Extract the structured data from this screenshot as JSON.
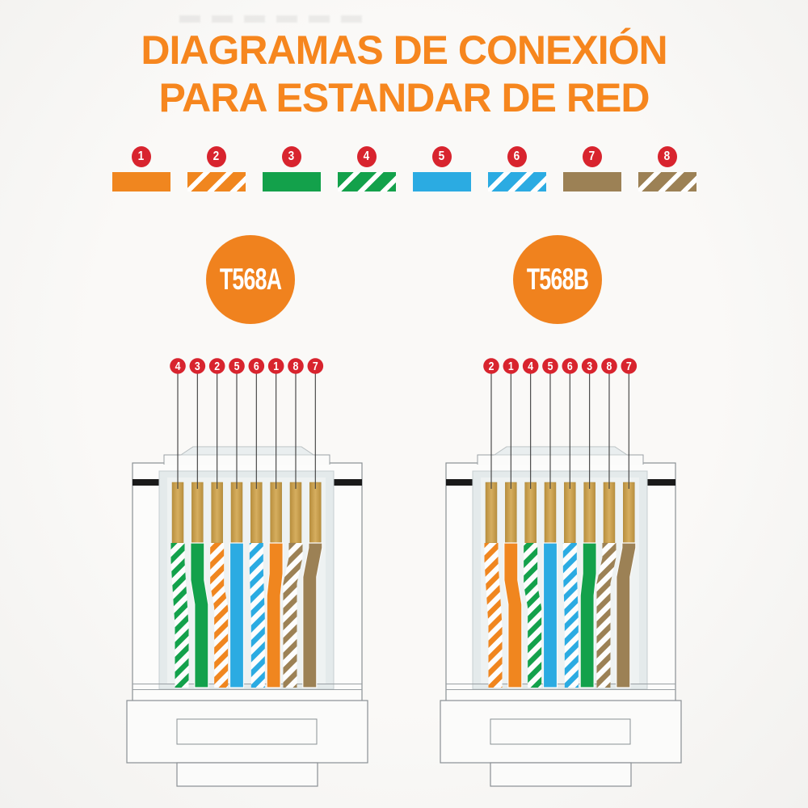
{
  "title": {
    "line1": "DIAGRAMAS DE CONEXIÓN",
    "line2": "PARA ESTANDAR DE RED"
  },
  "colors": {
    "title_orange": "#F6861E",
    "label_circle_orange": "#F0821E",
    "badge_red": "#D8242E",
    "orange": "#F0861F",
    "green": "#13A14B",
    "blue": "#2BABE2",
    "brown": "#9C8155",
    "pin_gold_light": "#D6AE5F",
    "pin_gold_dark": "#B98F3E",
    "band_black": "#1A1A1A"
  },
  "legend": [
    {
      "number": "1",
      "color": "orange",
      "striped": false
    },
    {
      "number": "2",
      "color": "orange",
      "striped": true
    },
    {
      "number": "3",
      "color": "green",
      "striped": false
    },
    {
      "number": "4",
      "color": "green",
      "striped": true
    },
    {
      "number": "5",
      "color": "blue",
      "striped": false
    },
    {
      "number": "6",
      "color": "blue",
      "striped": true
    },
    {
      "number": "7",
      "color": "brown",
      "striped": false
    },
    {
      "number": "8",
      "color": "brown",
      "striped": true
    }
  ],
  "connectors": [
    {
      "label": "T568A",
      "pin_labels": [
        "4",
        "3",
        "2",
        "5",
        "6",
        "1",
        "8",
        "7"
      ],
      "wires": [
        {
          "color": "green",
          "striped": true
        },
        {
          "color": "green",
          "striped": false
        },
        {
          "color": "orange",
          "striped": true
        },
        {
          "color": "blue",
          "striped": false
        },
        {
          "color": "blue",
          "striped": true
        },
        {
          "color": "orange",
          "striped": false
        },
        {
          "color": "brown",
          "striped": true
        },
        {
          "color": "brown",
          "striped": false
        }
      ]
    },
    {
      "label": "T568B",
      "pin_labels": [
        "2",
        "1",
        "4",
        "5",
        "6",
        "3",
        "8",
        "7"
      ],
      "wires": [
        {
          "color": "orange",
          "striped": true
        },
        {
          "color": "orange",
          "striped": false
        },
        {
          "color": "green",
          "striped": true
        },
        {
          "color": "blue",
          "striped": false
        },
        {
          "color": "blue",
          "striped": true
        },
        {
          "color": "green",
          "striped": false
        },
        {
          "color": "brown",
          "striped": true
        },
        {
          "color": "brown",
          "striped": false
        }
      ]
    }
  ]
}
